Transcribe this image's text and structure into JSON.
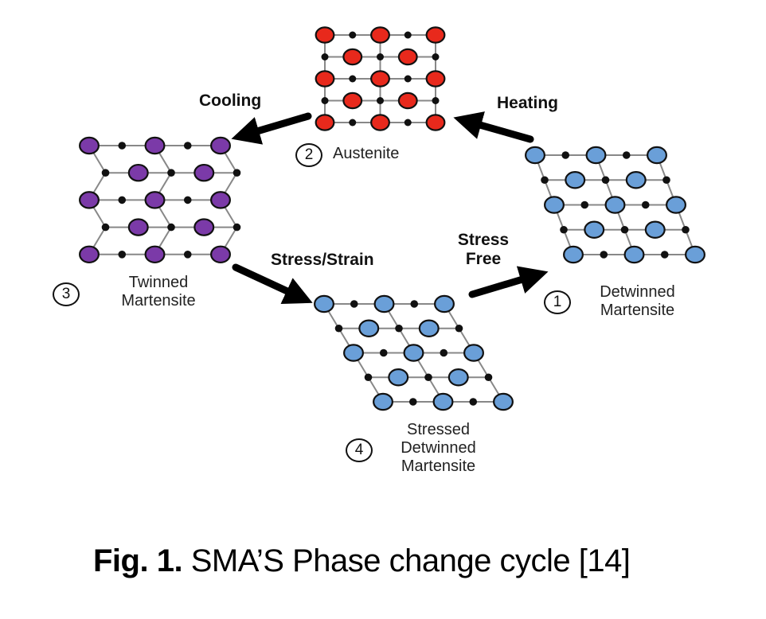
{
  "figure": {
    "caption_prefix": "Fig. 1.",
    "caption_text": " SMA’S Phase change cycle [14]"
  },
  "colors": {
    "austenite_atom": "#e8291c",
    "twinned_atom": "#7b3aa8",
    "detwinned_atom": "#6a9fd8",
    "small_atom": "#111111",
    "bond": "#888888",
    "arrow": "#000000"
  },
  "phases": [
    {
      "id": "detwinned",
      "number": "1",
      "lines": [
        "Detwinned",
        "Martensite"
      ],
      "structure": "sheared",
      "atom_color_key": "detwinned_atom"
    },
    {
      "id": "austenite",
      "number": "2",
      "lines": [
        "Austenite"
      ],
      "structure": "cubic",
      "atom_color_key": "austenite_atom"
    },
    {
      "id": "twinned",
      "number": "3",
      "lines": [
        "Twinned",
        "Martensite"
      ],
      "structure": "twinned",
      "atom_color_key": "twinned_atom"
    },
    {
      "id": "stressed",
      "number": "4",
      "lines": [
        "Stressed",
        "Detwinned",
        "Martensite"
      ],
      "structure": "sheared",
      "atom_color_key": "detwinned_atom"
    }
  ],
  "transitions": [
    {
      "id": "heating",
      "label": "Heating",
      "from": "detwinned",
      "to": "austenite"
    },
    {
      "id": "cooling",
      "label": "Cooling",
      "from": "austenite",
      "to": "twinned"
    },
    {
      "id": "stress-strain",
      "label": "Stress/Strain",
      "from": "twinned",
      "to": "stressed"
    },
    {
      "id": "stress-free",
      "label": "Stress Free",
      "from": "stressed",
      "to": "detwinned"
    }
  ]
}
